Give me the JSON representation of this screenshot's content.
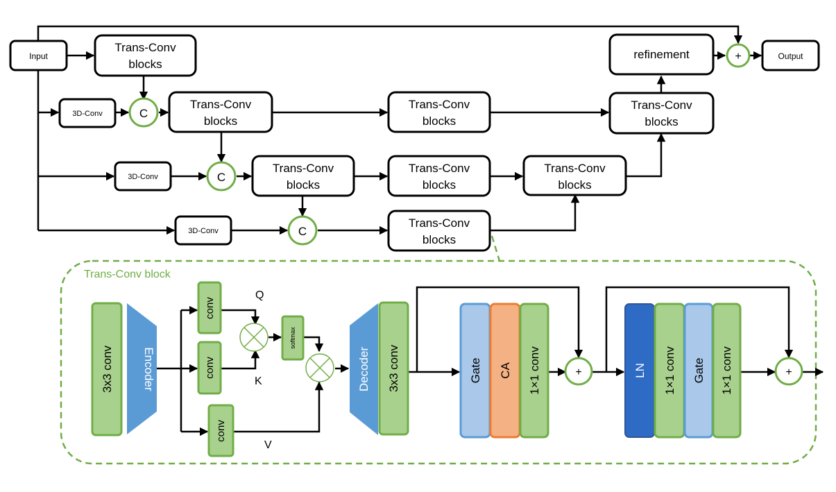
{
  "top": {
    "input": "Input",
    "output": "Output",
    "refinement": "refinement",
    "trans_conv_line1": "Trans-Conv",
    "trans_conv_line2": "blocks",
    "conv3d": "3D-Conv",
    "concat": "C",
    "plus": "+"
  },
  "block": {
    "title": "Trans-Conv block",
    "conv3x3": "3x3 conv",
    "encoder": "Encoder",
    "decoder": "Decoder",
    "conv": "conv",
    "softmax": "softmax",
    "q": "Q",
    "k": "K",
    "v": "V",
    "gate": "Gate",
    "ca": "CA",
    "conv1x1": "1×1 conv",
    "ln": "LN",
    "plus": "+"
  },
  "colors": {
    "green_stroke": "#70ad47",
    "green_fill": "#a9d18e",
    "blue_trap": "#5b9bd5",
    "gate_fill": "#a9c8ea",
    "ca_fill": "#f4b183",
    "ca_stroke": "#ed7d31",
    "ln_fill": "#2e6bc4"
  }
}
